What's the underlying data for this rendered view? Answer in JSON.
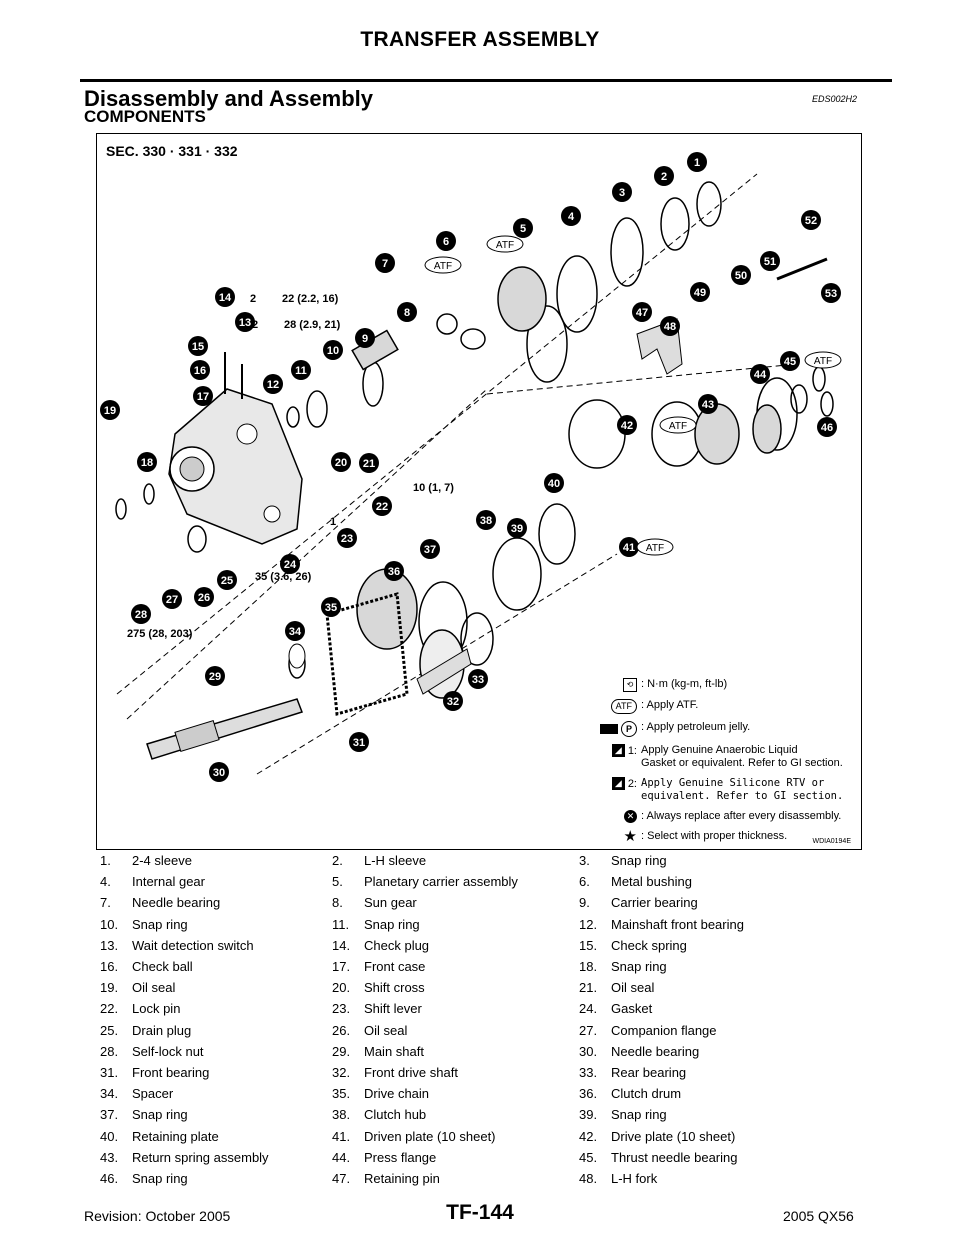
{
  "header": {
    "title": "TRANSFER ASSEMBLY"
  },
  "section": {
    "title": "Disassembly and Assembly",
    "code": "EDS002H2"
  },
  "subsection": {
    "title": "COMPONENTS"
  },
  "figure": {
    "sec_label": "SEC. 330 · 331 · 332",
    "code": "WDIA0194E",
    "callouts": [
      "1",
      "2",
      "3",
      "4",
      "5",
      "6",
      "7",
      "8",
      "9",
      "10",
      "11",
      "12",
      "13",
      "14",
      "15",
      "16",
      "17",
      "18",
      "19",
      "20",
      "21",
      "22",
      "23",
      "24",
      "25",
      "26",
      "27",
      "28",
      "29",
      "30",
      "31",
      "32",
      "33",
      "34",
      "35",
      "36",
      "37",
      "38",
      "39",
      "40",
      "41",
      "42",
      "43",
      "44",
      "45",
      "46",
      "47",
      "48",
      "49",
      "50",
      "51",
      "52",
      "53"
    ],
    "torques": {
      "t14": "22 (2.2, 16)",
      "t13": "28 (2.9, 21)",
      "t21": "10 (1, 7)",
      "t25": "35 (3.6, 26)",
      "t28": "275 (28, 203)"
    },
    "markers": {
      "two": "2",
      "one": "1",
      "atf": "ATF"
    },
    "legend": {
      "torque": ": N·m (kg-m, ft-lb)",
      "atf": ": Apply ATF.",
      "jelly": ": Apply petroleum jelly.",
      "anaerobic_num": "1:",
      "anaerobic_line1": "Apply Genuine Anaerobic Liquid",
      "anaerobic_line2": "Gasket or equivalent. Refer to GI section.",
      "silicone_num": "2:",
      "silicone_line1": "Apply Genuine Silicone RTV or",
      "silicone_line2": "equivalent. Refer to GI section.",
      "replace": ": Always replace after every disassembly.",
      "select": ": Select with proper thickness."
    }
  },
  "parts": [
    [
      [
        "1.",
        "2-4 sleeve"
      ],
      [
        "2.",
        "L-H sleeve"
      ],
      [
        "3.",
        "Snap ring"
      ]
    ],
    [
      [
        "4.",
        "Internal gear"
      ],
      [
        "5.",
        "Planetary carrier assembly"
      ],
      [
        "6.",
        "Metal bushing"
      ]
    ],
    [
      [
        "7.",
        "Needle bearing"
      ],
      [
        "8.",
        "Sun gear"
      ],
      [
        "9.",
        "Carrier bearing"
      ]
    ],
    [
      [
        "10.",
        "Snap ring"
      ],
      [
        "11.",
        "Snap ring"
      ],
      [
        "12.",
        "Mainshaft front bearing"
      ]
    ],
    [
      [
        "13.",
        "Wait detection switch"
      ],
      [
        "14.",
        "Check plug"
      ],
      [
        "15.",
        "Check spring"
      ]
    ],
    [
      [
        "16.",
        "Check ball"
      ],
      [
        "17.",
        "Front case"
      ],
      [
        "18.",
        "Snap ring"
      ]
    ],
    [
      [
        "19.",
        "Oil seal"
      ],
      [
        "20.",
        "Shift cross"
      ],
      [
        "21.",
        "Oil seal"
      ]
    ],
    [
      [
        "22.",
        "Lock pin"
      ],
      [
        "23.",
        "Shift lever"
      ],
      [
        "24.",
        "Gasket"
      ]
    ],
    [
      [
        "25.",
        "Drain plug"
      ],
      [
        "26.",
        "Oil seal"
      ],
      [
        "27.",
        "Companion flange"
      ]
    ],
    [
      [
        "28.",
        "Self-lock nut"
      ],
      [
        "29.",
        "Main shaft"
      ],
      [
        "30.",
        "Needle bearing"
      ]
    ],
    [
      [
        "31.",
        "Front bearing"
      ],
      [
        "32.",
        "Front drive shaft"
      ],
      [
        "33.",
        "Rear bearing"
      ]
    ],
    [
      [
        "34.",
        "Spacer"
      ],
      [
        "35.",
        "Drive chain"
      ],
      [
        "36.",
        "Clutch drum"
      ]
    ],
    [
      [
        "37.",
        "Snap ring"
      ],
      [
        "38.",
        "Clutch hub"
      ],
      [
        "39.",
        "Snap ring"
      ]
    ],
    [
      [
        "40.",
        "Retaining plate"
      ],
      [
        "41.",
        "Driven plate (10 sheet)"
      ],
      [
        "42.",
        "Drive plate (10 sheet)"
      ]
    ],
    [
      [
        "43.",
        "Return spring assembly"
      ],
      [
        "44.",
        "Press flange"
      ],
      [
        "45.",
        "Thrust needle bearing"
      ]
    ],
    [
      [
        "46.",
        "Snap ring"
      ],
      [
        "47.",
        "Retaining pin"
      ],
      [
        "48.",
        "L-H fork"
      ]
    ]
  ],
  "footer": {
    "page": "TF-144",
    "revision": "Revision: October 2005",
    "model": "2005 QX56"
  }
}
